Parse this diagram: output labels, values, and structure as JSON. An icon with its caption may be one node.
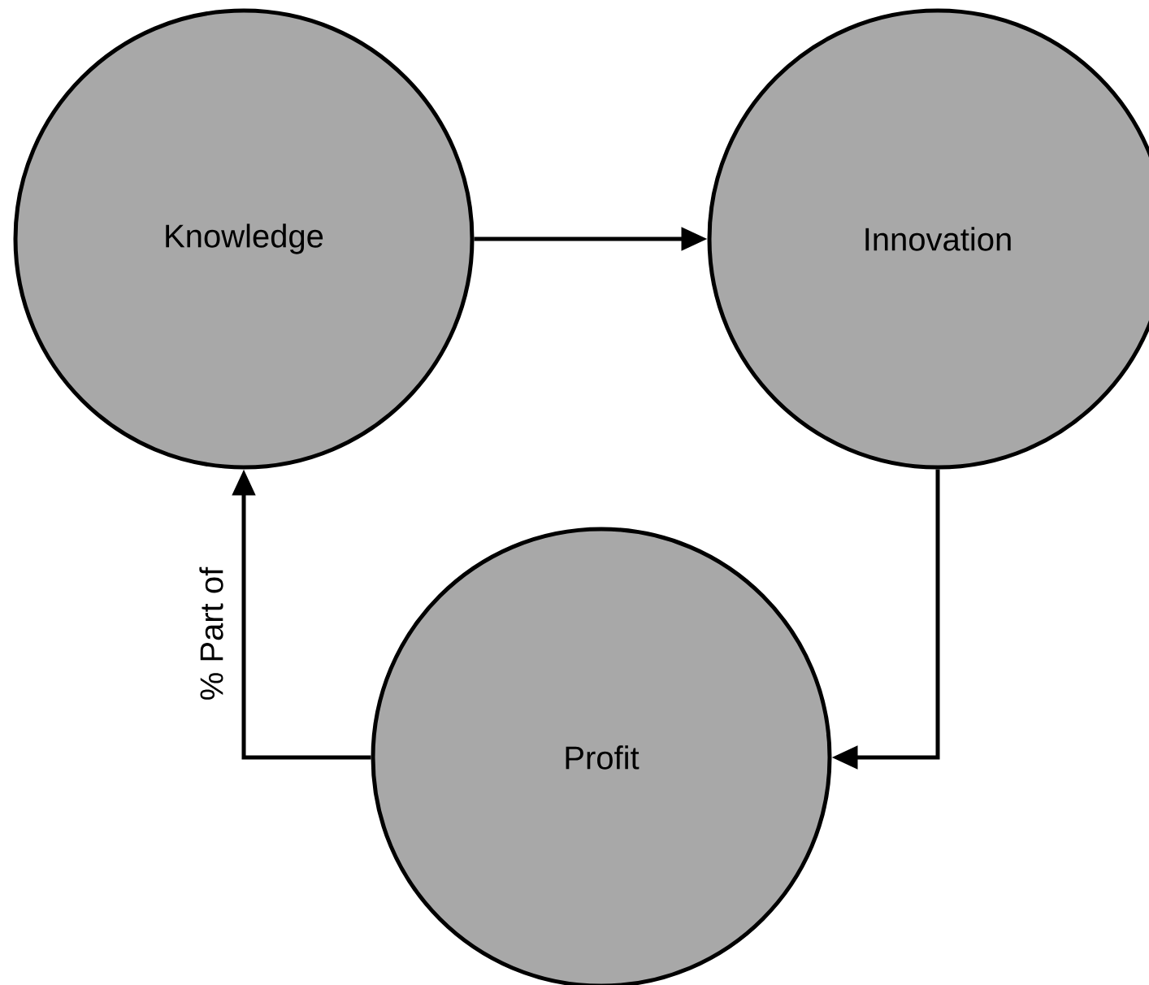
{
  "diagram": {
    "nodes": [
      {
        "text": [
          "Knowledge"
        ]
      },
      {
        "text": [
          "Innovation"
        ]
      },
      {
        "text": [
          "Profit"
        ]
      }
    ],
    "edges": [
      {
        "from": 0,
        "to": 1,
        "arrow": "to"
      },
      {
        "from": 1,
        "to": 2,
        "arrow": "to"
      },
      {
        "from": 2,
        "to": 0,
        "arrow": "to",
        "label": "% Part of"
      }
    ]
  }
}
